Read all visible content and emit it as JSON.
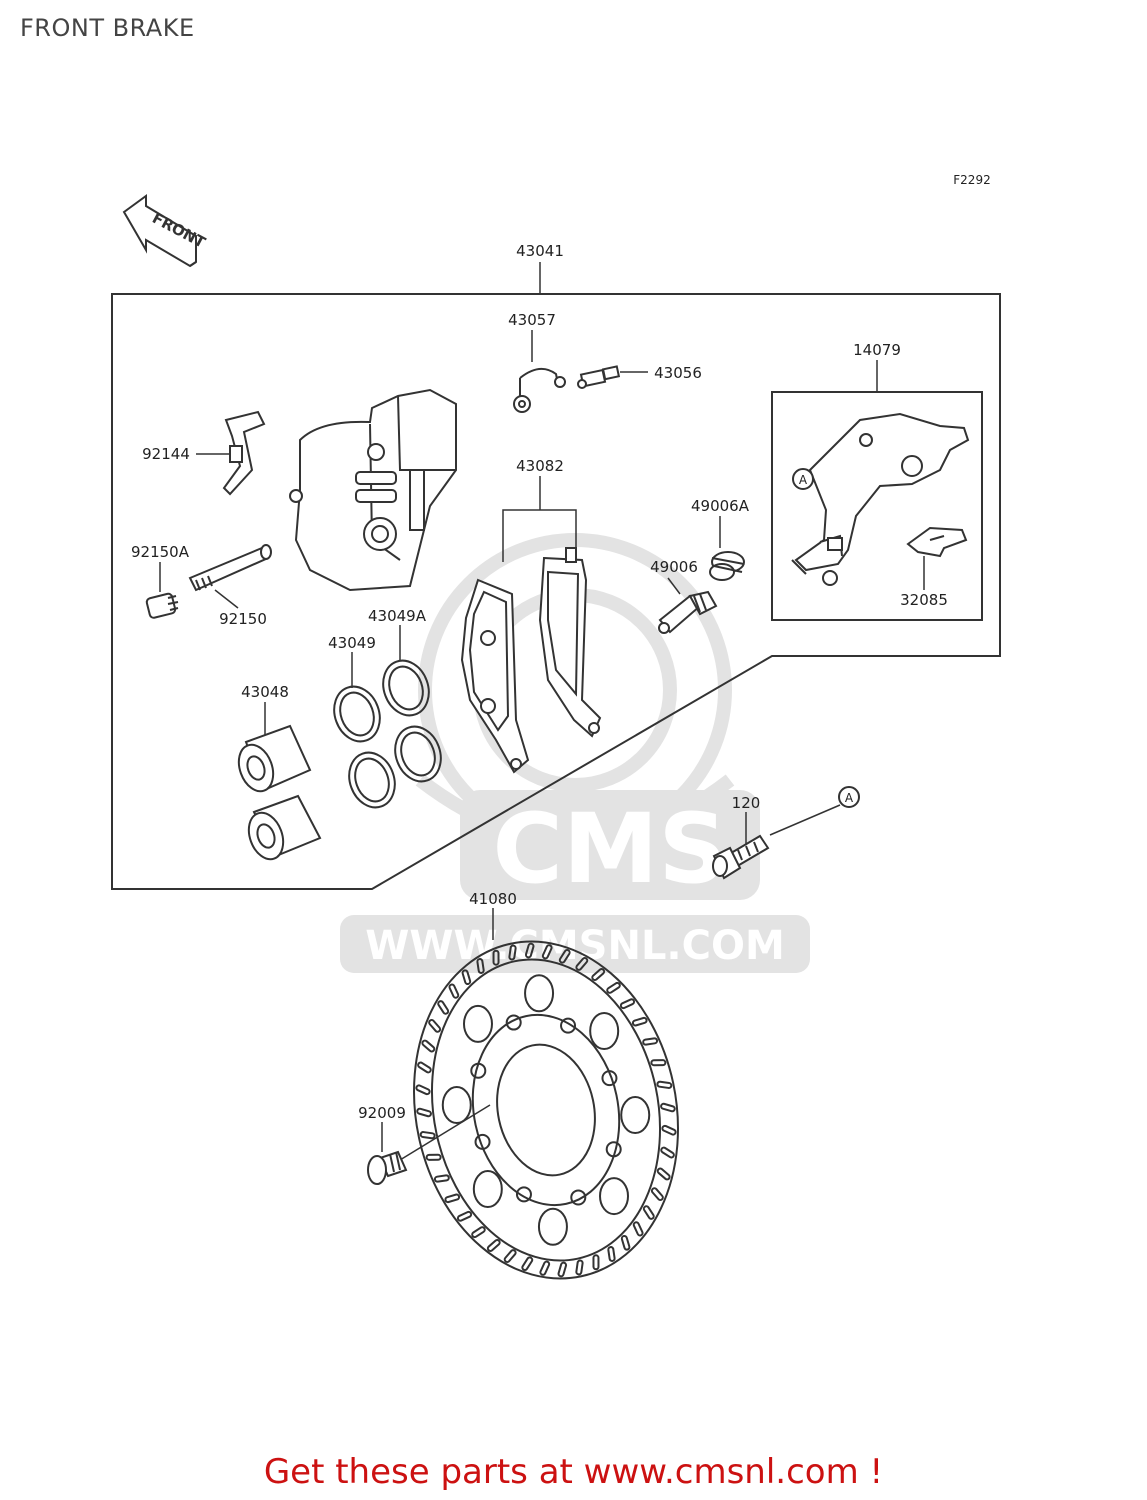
{
  "title": "FRONT BRAKE",
  "figure_code": "F2292",
  "front_label": "FRONT",
  "reference_marker": "A",
  "watermark": {
    "brand": "CMS",
    "url": "WWW.CMSNL.COM"
  },
  "parts": {
    "caliper_assembly": "43041",
    "bleeder_cap": "43057",
    "bleeder_valve": "43056",
    "bracket": "14079",
    "pad_spring": "92144",
    "pad_set": "43082",
    "boot_a": "49006A",
    "pin_plug": "92150A",
    "pin": "49006",
    "pad_pin": "92150",
    "pad_spring_2": "32085",
    "dust_seal": "43049A",
    "piston_seal": "43049",
    "piston": "43048",
    "bolt": "120",
    "disc": "41080",
    "disc_bolt": "92009"
  },
  "footer_text": "Get these parts at www.cmsnl.com !",
  "colors": {
    "line": "#333333",
    "watermark": "#e3e3e3",
    "footer": "#cc1111",
    "label": "#222222"
  }
}
